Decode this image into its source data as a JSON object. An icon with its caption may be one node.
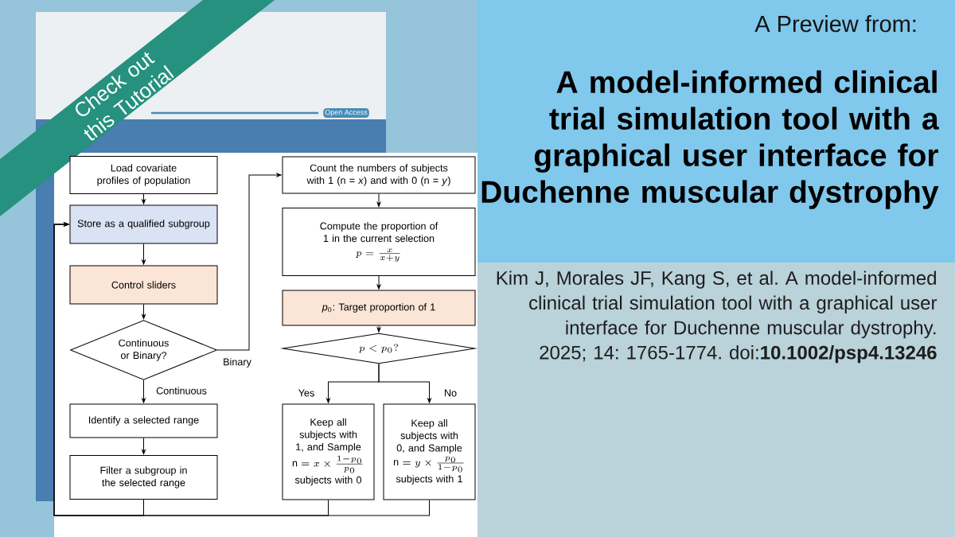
{
  "diagram": {
    "title": "A model-informed clinical trial simulation tool with a graphical user interface for Duchenne muscular dystrophy",
    "nodes": [
      {
        "text": [
          "Load covariate profiles of population"
        ]
      },
      {
        "text": [
          "Store as a qualified subgroup"
        ]
      },
      {
        "text": [
          "Control sliders"
        ]
      },
      {
        "text": [
          "Continuous or Binary?"
        ]
      },
      {
        "text": [
          "Identify a selected range"
        ]
      },
      {
        "text": [
          "Filter a subgroup in the selected range"
        ]
      },
      {
        "text": [
          "Count the numbers of subjects with 1 (n = *x*) and with 0 (n = *y*)"
        ]
      },
      {
        "text": [
          "Compute the proportion of 1 in the current selection",
          "p = \\frac{x}{x+y}"
        ]
      },
      {
        "text": [
          "*p*$_{0}$: Target proportion of 1"
        ]
      },
      {
        "text": [
          "p < p_0 ?"
        ]
      },
      {
        "text": [
          "Keep all subjects with 1, and Sample",
          "\\mathrm{n} = x \\times \\frac{1-p_0}{p_0}",
          "subjects with 0"
        ]
      },
      {
        "text": [
          "Keep all subjects with 0, and Sample",
          "\\mathrm{n} = y \\times \\frac{p_0}{1-p_0}",
          "subjects with 1"
        ]
      }
    ],
    "edges": [
      {
        "from": 0,
        "to": 1,
        "arrow": "to"
      },
      {
        "from": 1,
        "to": 2,
        "arrow": "to"
      },
      {
        "from": 2,
        "to": 3,
        "arrow": "to"
      },
      {
        "from": 3,
        "to": 4,
        "arrow": "to",
        "label": "Continuous"
      },
      {
        "from": 4,
        "to": 5,
        "arrow": "to"
      },
      {
        "from": 5,
        "to": 1,
        "arrow": "to"
      },
      {
        "from": 3,
        "to": 6,
        "arrow": "to",
        "label": "Binary"
      },
      {
        "from": 6,
        "to": 7,
        "arrow": "to"
      },
      {
        "from": 7,
        "to": 8,
        "arrow": "to"
      },
      {
        "from": 8,
        "to": 9,
        "arrow": "to"
      },
      {
        "from": 9,
        "to": 10,
        "arrow": "to",
        "label": "Yes"
      },
      {
        "from": 9,
        "to": 11,
        "arrow": "to",
        "label": "No"
      },
      {
        "from": 10,
        "to": 1,
        "arrow": "to"
      },
      {
        "from": 11,
        "to": 1,
        "arrow": "to"
      }
    ],
    "labels": [
      "Check out this Tutorial",
      "Open Access",
      "A Preview from:",
      "Kim J, Morales JF, Kang S, et al. A model-informed clinical trial simulation tool with a graphical user interface for Duchenne muscular dystrophy. 2025; 14: 1765-1774. doi:**10.1002/psp4.13246**"
    ]
  }
}
